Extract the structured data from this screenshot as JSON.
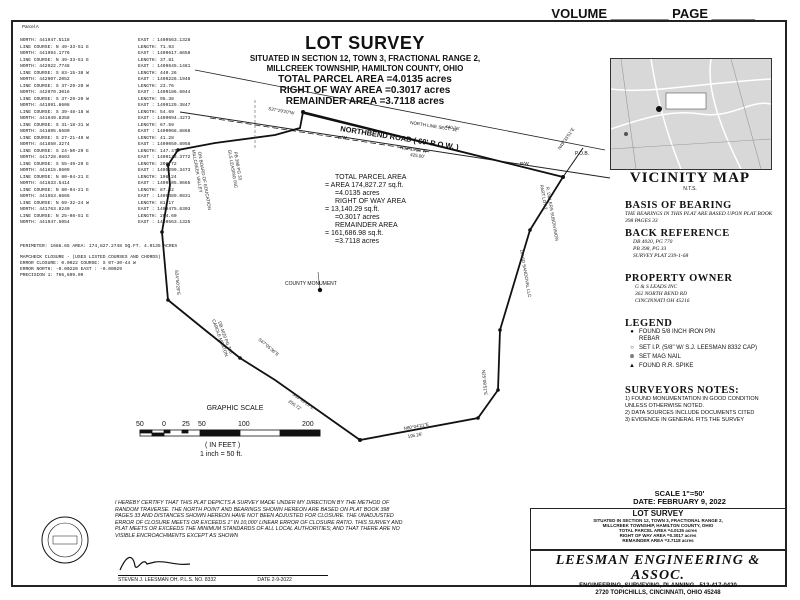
{
  "header": {
    "volume_label": "VOLUME",
    "page_label": "PAGE"
  },
  "title": {
    "main": "LOT SURVEY",
    "line1": "SITUATED IN SECTION 12, TOWN 3, FRACTIONAL RANGE 2,",
    "line2": "MILLCREEK TOWNSHIP, HAMILTON COUNTY, OHIO",
    "total": "TOTAL PARCEL AREA =4.0135 acres",
    "row": "RIGHT OF WAY AREA =0.3017 acres",
    "remainder": "REMAINDER AREA =3.7118 acres"
  },
  "parcel_table": {
    "heading": "Parcel A",
    "rows": [
      [
        "NORTH: 441947.5118",
        "EAST : 1409563.1328"
      ],
      [
        "LINE  COURSE: N 49-33-51 E",
        "LENGTH: 71.93"
      ],
      [
        "     NORTH: 441994.1776",
        "EAST : 1409617.8658"
      ],
      [
        "LINE  COURSE: N 49-33-51 E",
        "LENGTH: 37.81"
      ],
      [
        "     NORTH: 442022.7748",
        "EAST : 1409645.1481"
      ],
      [
        "LINE  COURSE: S 83-15-38 W",
        "LENGTH: 440.26"
      ],
      [
        "     NORTH: 442007.2052",
        "EAST : 1409226.1948"
      ],
      [
        "LINE  COURSE: S 37-29-20 W",
        "LENGTH: 23.76"
      ],
      [
        "     NORTH: 442070.3016",
        "EAST : 1409186.6044"
      ],
      [
        "LINE  COURSE: S 37-29-20 W",
        "LENGTH: 95.38"
      ],
      [
        "     NORTH: 441991.8608",
        "EAST : 1409129.3847"
      ],
      [
        "LINE  COURSE: S 39-48-18 W",
        "LENGTH: 54.69"
      ],
      [
        "     NORTH: 441949.8358",
        "EAST : 1409094.4273"
      ],
      [
        "LINE  COURSE: S 31-18-31 W",
        "LENGTH: 67.59"
      ],
      [
        "     NORTH: 441895.5680",
        "EAST : 1409068.8868"
      ],
      [
        "LINE  COURSE: S 27-21-49 W",
        "LENGTH: 41.28"
      ],
      [
        "     NORTH: 441850.3274",
        "EAST : 1409050.8958"
      ],
      [
        "LINE  COURSE: S 24-50-29 E",
        "LENGTH: 147.47"
      ],
      [
        "     NORTH: 441728.0603",
        "EAST : 1409133.3772"
      ],
      [
        "LINE  COURSE: S 55-49-29 E",
        "LENGTH: 200.72"
      ],
      [
        "     NORTH: 441615.8609",
        "EAST : 1409299.3473"
      ],
      [
        "LINE  COURSE: N 80-04-21 E",
        "LENGTH: 108.24"
      ],
      [
        "     NORTH: 441633.5414",
        "EAST : 1409405.9665"
      ],
      [
        "LINE  COURSE: N 80-04-21 E",
        "LENGTH: 87.02"
      ],
      [
        "     NORTH: 441653.8666",
        "EAST : 1409489.0831"
      ],
      [
        "LINE  COURSE: N 69-32-24 W",
        "LENGTH: 81.17"
      ],
      [
        "     NORTH: 441763.8240",
        "EAST : 1409475.6303"
      ],
      [
        "LINE  COURSE: N 25-08-51 E",
        "LENGTH: 204.60"
      ],
      [
        "     NORTH: 441947.5054",
        "EAST : 1409563.1325"
      ]
    ],
    "perimeter": "PERIMETER: 1686.65   AREA: 174,827.2748 SQ.FT.  4.0135 ACRES",
    "closure": [
      "MAPCHECK CLOSURE - (USES LISTED COURSES AND CHORDS)",
      "ERROR CLOSURE: 0.0022        COURSE: S 07-30-44 W",
      "   ERROR NORTH: -0.00220       EAST : -0.00029",
      "PRECISION  1: 766,609.09"
    ]
  },
  "parcel_areas": {
    "total_label": "TOTAL PARCEL AREA",
    "total_sqft": "= AREA 174,827.27 sq.ft.",
    "total_ac": "=4.0135 acres",
    "row_label": "RIGHT OF WAY AREA",
    "row_sqft": "= 13,140.29 sq.ft.",
    "row_ac": "=0.3017 acres",
    "rem_label": "REMAINDER AREA",
    "rem_sqft": "= 161,686.98 sq.ft.",
    "rem_ac": "=3.7118 acres"
  },
  "plat_labels": {
    "road": "NORTHBEND ROAD ( 60' R.O.W. )",
    "north_line": "NORTH LINE SECT. 12",
    "pob": "P.O.B.",
    "monument": "COUNTY MONUMENT",
    "dim1": "N83°15'38\"W",
    "dim2": "440.26'",
    "dim3": "425.00'",
    "rw": "R/W"
  },
  "graphic_scale": {
    "title": "GRAPHIC SCALE",
    "ticks": [
      "50",
      "0",
      "25",
      "50",
      "100",
      "200"
    ],
    "unit": "( IN FEET )",
    "ratio": "1 inch =  50 ft."
  },
  "vicinity": {
    "title": "VICINITY MAP",
    "sub": "N.T.S."
  },
  "basis": {
    "heading": "BASIS OF BEARING",
    "text": "THE BEARINGS IN THIS PLAT ARE BASED UPON PLAT BOOK 398 PAGES 33"
  },
  "back_ref": {
    "heading": "BACK REFERENCE",
    "lines": [
      "DB 4020, PG 770",
      "PB 398, PG 33",
      "SURVEY PLAT 239-1-68"
    ]
  },
  "owner": {
    "heading": "PROPERTY OWNER",
    "lines": [
      "G & S LEADS INC",
      "362 NORTH BEND RD",
      "CINCINNATI OH 45216"
    ]
  },
  "legend": {
    "heading": "LEGEND",
    "items": [
      {
        "sym": "●",
        "text": "FOUND 5/8 INCH IRON PIN REBAR"
      },
      {
        "sym": "○",
        "text": "SET I.P. (5/8\" W/ S.J. LEESMAN 8332 CAP)"
      },
      {
        "sym": "⊗",
        "text": "SET MAG NAIL"
      },
      {
        "sym": "▲",
        "text": "FOUND R.R. SPIKE"
      }
    ]
  },
  "notes": {
    "heading": "SURVEYORS NOTES:",
    "items": [
      "1) FOUND MONUMENTATION IN GOOD CONDITION UNLESS OTHERWISE NOTED.",
      "2) DATA SOURCES INCLUDE DOCUMENTS CITED",
      "3) EVIDENCE IN GENERAL FITS THE SURVEY"
    ]
  },
  "scale_date": {
    "scale": "SCALE 1\"=50'",
    "date": "DATE: FEBRUARY 9, 2022"
  },
  "certification": {
    "text": "I HEREBY CERTIFY THAT THIS PLAT DEPICTS A SURVEY MADE UNDER MY DIRECTION BY THE METHOD OF RANDOM TRAVERSE. THE NORTH POINT AND BEARINGS SHOWN HEREON ARE BASED ON PLAT BOOK 398 PAGES 33 AND DISTANCES SHOWN HEREON HAVE NOT BEEN ADJUSTED FOR CLOSURE. THE UNADJUSTED ERROR OF CLOSURE MEETS OR EXCEEDS 1\" IN 10,000' LINEAR ERROR OF CLOSURE RATIO. THIS SURVEY AND PLAT MEETS OR EXCEEDS THE MINIMUM STANDARDS OF ALL LOCAL AUTHORITIES; AND THAT THERE ARE NO VISIBLE ENCROACHMENTS EXCEPT AS SHOWN",
    "signer": "STEVEN J. LEESMAN   OH. P.L.S. NO. 8332",
    "date": "DATE 2-9-2022"
  },
  "lot_box": {
    "title": "LOT SURVEY",
    "line1": "SITUATED IN SECTION 12, TOWN 3, FRACTIONAL RANGE 2,",
    "line2": "MILLCREEK TOWNSHIP, HAMILTON COUNTY, OHIO",
    "line3": "TOTAL PARCEL AREA =4.0135 acres",
    "line4": "RIGHT OF WAY AREA =0.3017 acres",
    "line5": "REMAINDER AREA =3.7118 acres"
  },
  "firm": {
    "name": "LEESMAN ENGINEERING & ASSOC.",
    "services": "ENGINEERING, SURVEYING, PLANNING",
    "phone": "513-417-0420",
    "address": "2720 TOPICHILLS, CINCINNATI, OHIO 45248"
  }
}
